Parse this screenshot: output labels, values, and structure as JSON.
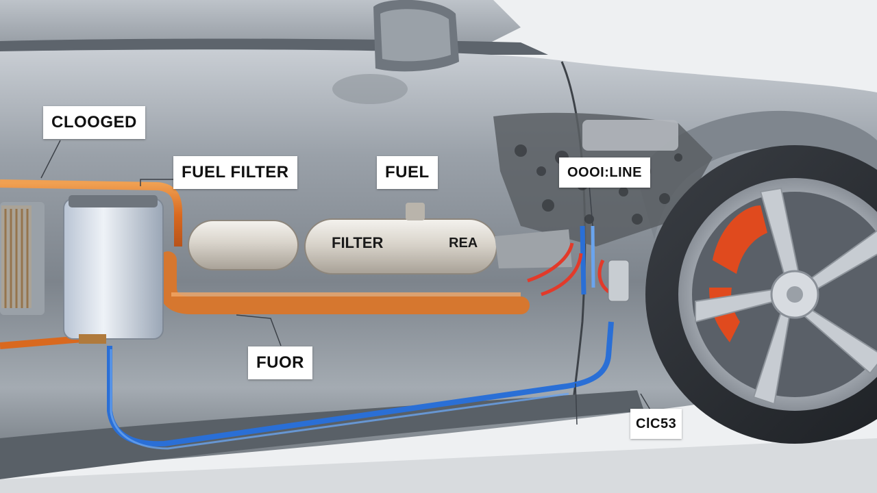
{
  "labels": {
    "clogged": "CLOOGED",
    "fuel_filter": "FUEL FILTER",
    "fuel": "FUEL",
    "fuel_line": "OOOI:LINE",
    "fuor": "FUOR",
    "bottom_right": "ClC53"
  },
  "filter_text": {
    "left": "FILTER",
    "right": "REA"
  },
  "colors": {
    "body_grey": "#8d949c",
    "fuel_line_orange": "#e0782e",
    "return_line_blue": "#2a6fd6",
    "brake_caliper": "#e04a1e"
  }
}
